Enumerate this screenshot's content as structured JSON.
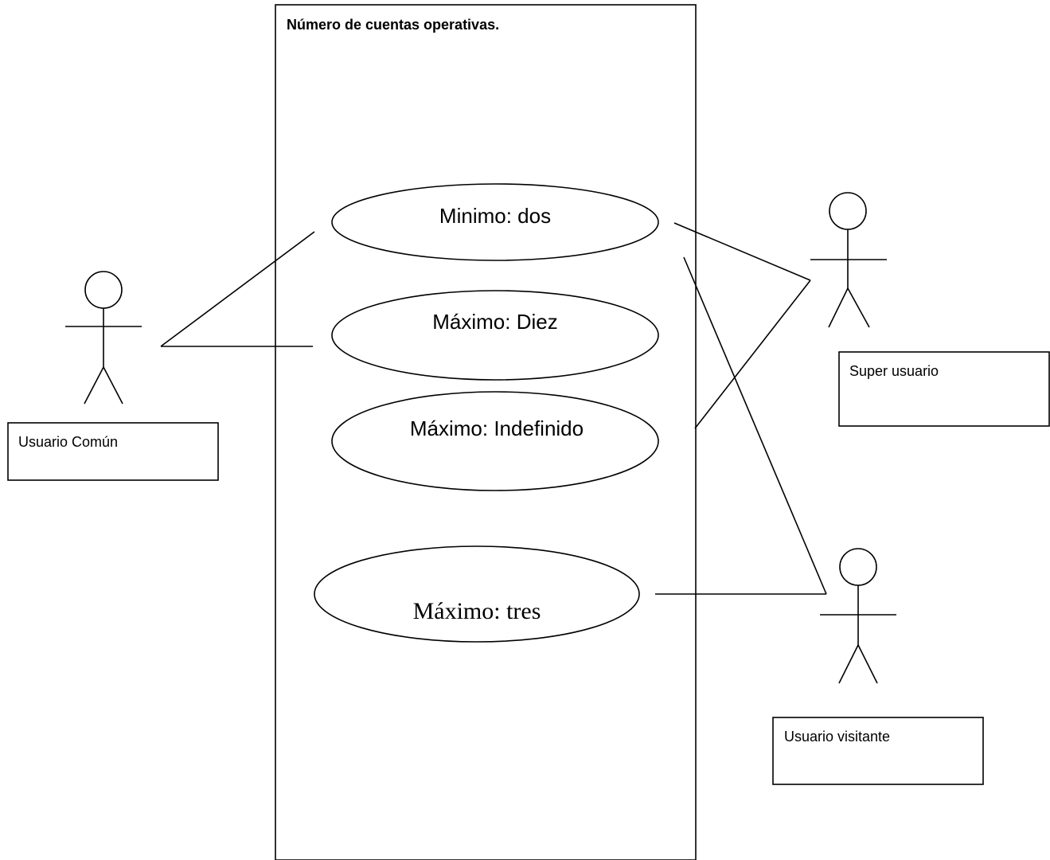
{
  "system": {
    "title": "Número de cuentas operativas."
  },
  "use_cases": [
    {
      "label": "Minimo: dos"
    },
    {
      "label": "Máximo: Diez"
    },
    {
      "label": "Máximo: Indefinido"
    },
    {
      "label": "Máximo: tres"
    }
  ],
  "actors": [
    {
      "label": "Usuario Común"
    },
    {
      "label": "Super usuario"
    },
    {
      "label": "Usuario visitante"
    }
  ]
}
